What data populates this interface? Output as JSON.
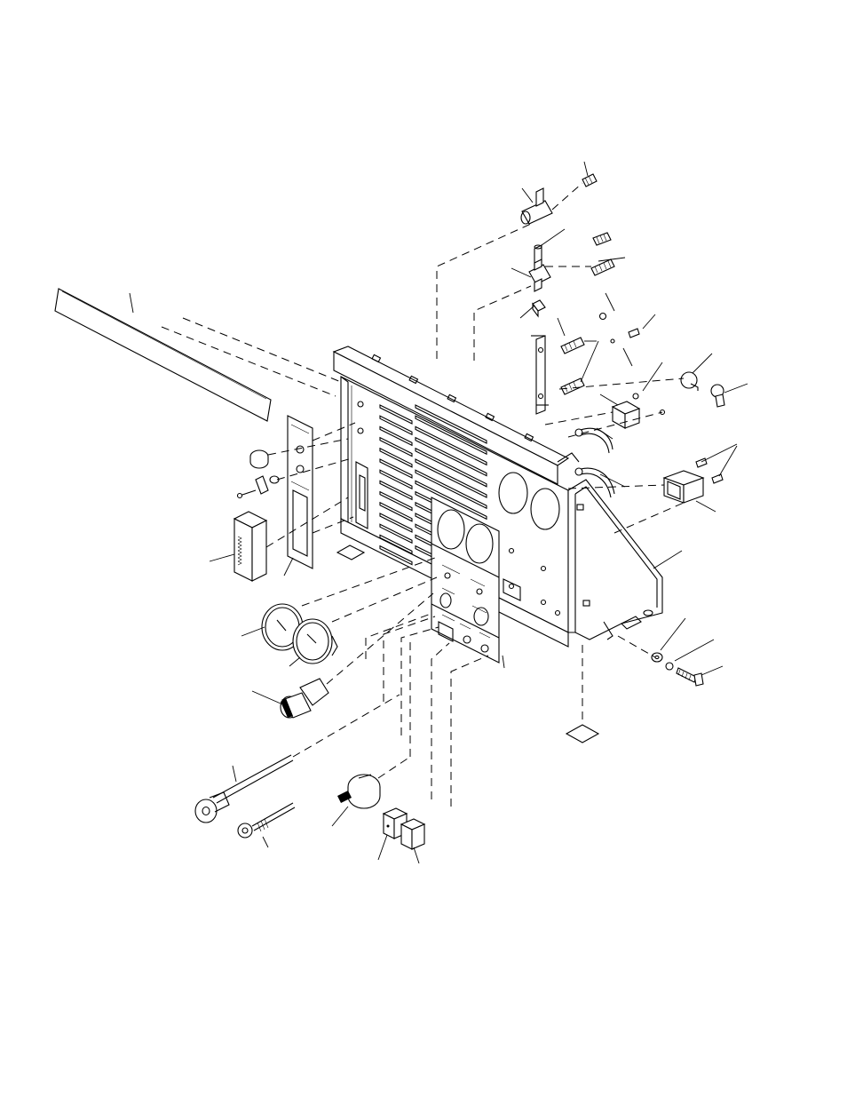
{
  "diagram": {
    "kind": "exploded-parts-view",
    "parts": [
      "decal-strip",
      "front-panel-chassis",
      "side-bracket-frame",
      "control-panel-overlay",
      "nameplate-panel",
      "knob",
      "toggle-switch",
      "screw",
      "foam-block",
      "gauge-left",
      "gauge-right",
      "rotary-switch",
      "shaft-assembly",
      "insert-fastener",
      "key-switch",
      "terminal-block",
      "tee-fitting",
      "nipple",
      "cross-fitting",
      "hose-barb",
      "plug",
      "mounting-bracket",
      "relay",
      "bushing",
      "elbow",
      "module-box",
      "washer",
      "bolt",
      "rubber-foot"
    ],
    "callout_labels": []
  }
}
